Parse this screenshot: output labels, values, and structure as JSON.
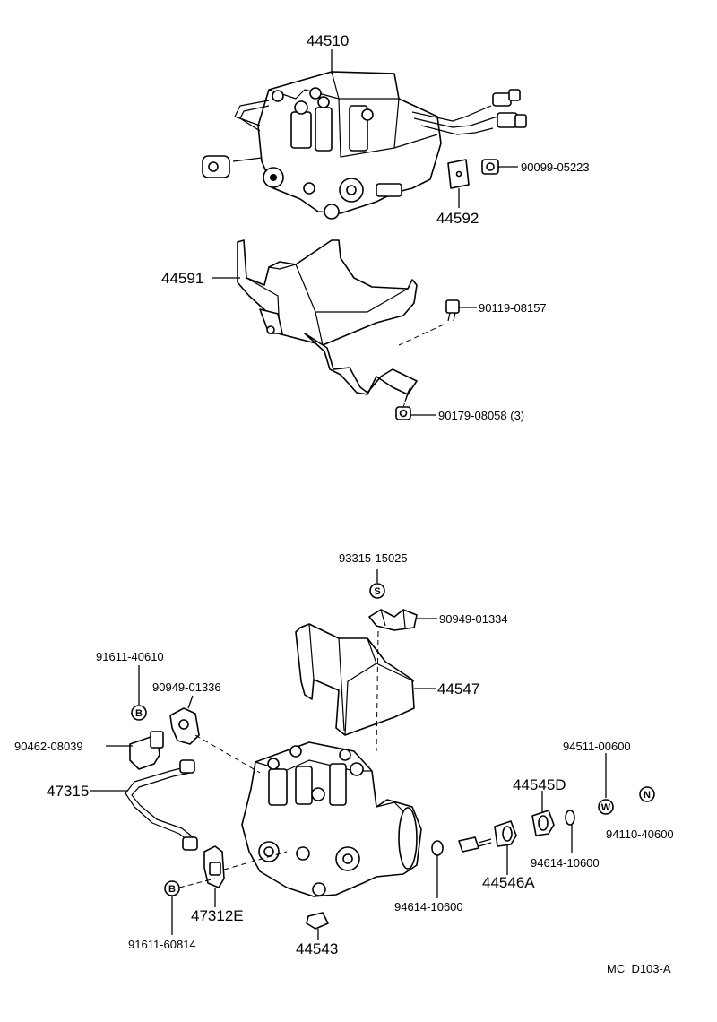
{
  "labels": {
    "p44510": "44510",
    "p44592": "44592",
    "p90099": "90099-05223",
    "p44591": "44591",
    "p90119": "90119-08157",
    "p90179": "90179-08058 (3)",
    "p93315": "93315-15025",
    "p90949a": "90949-01334",
    "p91611a": "91611-40610",
    "p90949b": "90949-01336",
    "p44547": "44547",
    "p90462": "90462-08039",
    "p47315": "47315",
    "p94511": "94511-00600",
    "p44545d": "44545D",
    "p94110": "94110-40600",
    "p94614a": "94614-10600",
    "p44546a": "44546A",
    "p94614b": "94614-10600",
    "p47312e": "47312E",
    "p91611b": "91611-60814",
    "p44543": "44543",
    "footer": "MC  D103-A"
  },
  "badges": {
    "s": "S",
    "b1": "B",
    "b2": "B",
    "w": "W",
    "n": "N"
  }
}
